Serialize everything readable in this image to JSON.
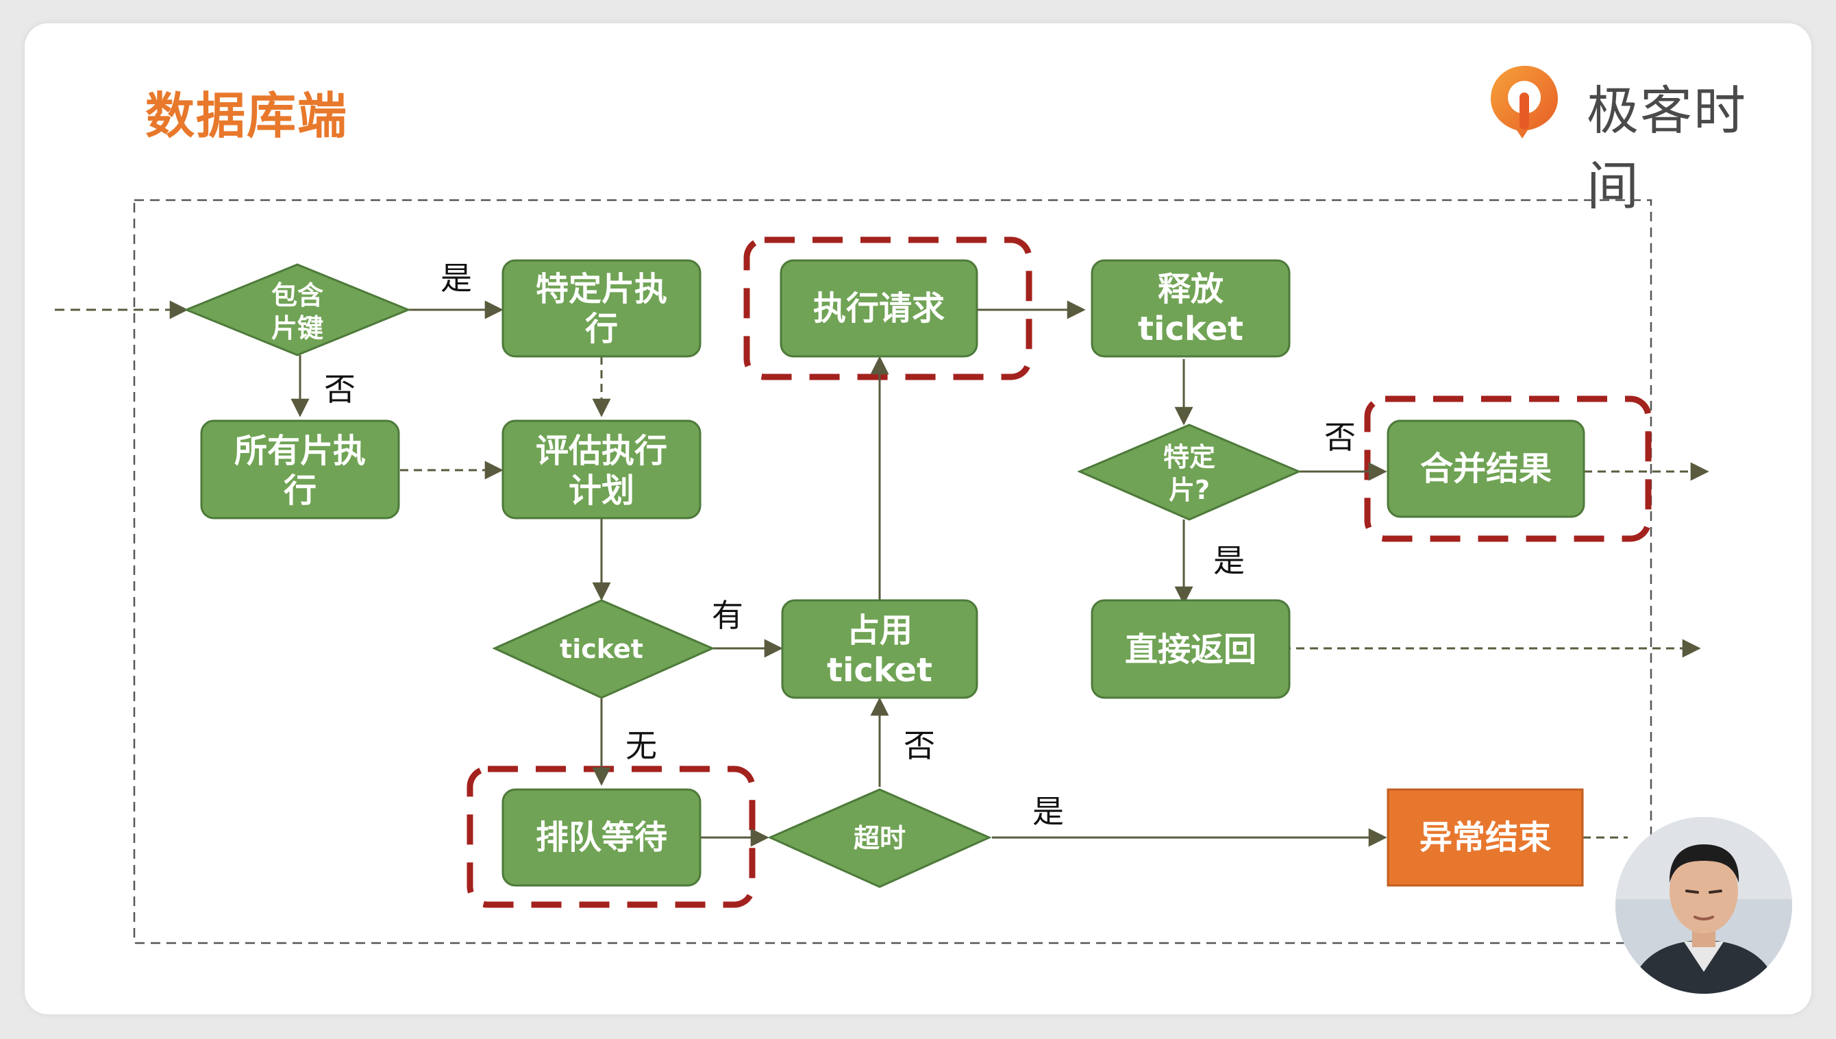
{
  "slide": {
    "title": "数据库端",
    "brand": "极客时间"
  },
  "colors": {
    "node_green": "#70a355",
    "node_green_border": "#4e7a3a",
    "node_orange": "#e8772e",
    "highlight_dash": "#a3221d",
    "title_orange": "#e8782b"
  },
  "nodes": {
    "contains_shard_key": {
      "line1": "包含",
      "line2": "片键"
    },
    "specific_shard_exec": {
      "line1": "特定片执",
      "line2": "行"
    },
    "all_shards_exec": {
      "line1": "所有片执",
      "line2": "行"
    },
    "evaluate_plan": {
      "line1": "评估执行",
      "line2": "计划"
    },
    "execute_request": {
      "label": "执行请求"
    },
    "release_ticket": {
      "line1": "释放",
      "line2": "ticket"
    },
    "is_specific_shard": {
      "line1": "特定",
      "line2": "片?"
    },
    "merge_results": {
      "label": "合并结果"
    },
    "ticket_check": {
      "label": "ticket"
    },
    "occupy_ticket": {
      "line1": "占用",
      "line2": "ticket"
    },
    "return_directly": {
      "label": "直接返回"
    },
    "queue_wait": {
      "label": "排队等待"
    },
    "timeout_check": {
      "label": "超时"
    },
    "abnormal_end": {
      "label": "异常结束"
    }
  },
  "edge_labels": {
    "yes_1": "是",
    "no_1": "否",
    "has": "有",
    "none": "无",
    "no_timeout": "否",
    "yes_timeout": "是",
    "no_merge": "否",
    "yes_return": "是"
  }
}
